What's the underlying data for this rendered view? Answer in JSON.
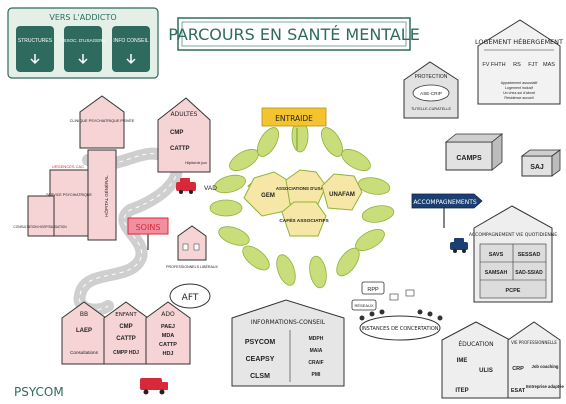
{
  "title": "PARCOURS EN SANTÉ MENTALE",
  "brand": "PSYCOM",
  "colors": {
    "teal": "#2e6b5e",
    "green_light": "#c9dd7a",
    "green_dark": "#8fb23a",
    "yellow": "#f4c430",
    "navy": "#1c3f73",
    "pink": "#f08fa0",
    "red": "#d9283a",
    "house_pink": "#f6d3d5",
    "grey": "#d9d9d9",
    "ink": "#2a2a2a"
  },
  "vers_addicto": {
    "title": "VERS L'ADDICTO",
    "boxes": [
      "STRUCTURES",
      "ASSOC. D'USAGERS",
      "INFO CONSEIL"
    ]
  },
  "center": {
    "top_label": "ENTRAIDE",
    "hexes": [
      "GEM",
      "ASSOCIATIONS D'USAGERS",
      "UNAFAM",
      "CAFÉS ASSOCIATIFS"
    ]
  },
  "accompagnements": "ACCOMPAGNEMENTS",
  "soins": "SOINS",
  "hospital": {
    "urgences": "URGENCES CAC",
    "clinic": "CLINIQUE PSYCHIATRIQUE PRIVÉE",
    "hopital": "HÔPITAL GÉNÉRAL",
    "psy": "SERVICE PSYCHIATRIQUE",
    "consult": "CONSULTATION HOSPITALISATION"
  },
  "adultes": {
    "title": "ADULTES",
    "items": [
      "CMP",
      "CATTP",
      "Hôpital de jour"
    ]
  },
  "vad": "VAD",
  "liberaux": "PROFESSIONNELS LIBÉRAUX",
  "aft": "AFT",
  "enfants": {
    "bb": {
      "title": "BB",
      "items": [
        "LAEP",
        "Consultations"
      ]
    },
    "enfant": {
      "title": "ENFANT",
      "items": [
        "CMP",
        "CATTP",
        "CMPP HDJ"
      ]
    },
    "ado": {
      "title": "ADO",
      "items": [
        "PAEJ",
        "MDA",
        "CATTP",
        "HDJ"
      ]
    }
  },
  "info_conseil": {
    "title": "INFORMATIONS-CONSEIL",
    "left": [
      "PSYCOM",
      "CEAPSY",
      "CLSM"
    ],
    "right": [
      "MDPH",
      "MAIA",
      "CRAIF",
      "PMI"
    ]
  },
  "instances": {
    "rpp": "RPP",
    "reseaux": "RÉSEAUX",
    "label": "INSTANCES DE CONCERTATION"
  },
  "protection": {
    "title": "PROTECTION",
    "inner": "ASE-CRIP",
    "sub": "TUTELLE-CURATELLE"
  },
  "logement": {
    "title": "LOGEMENT HÉBERGEMENT",
    "cols": [
      "FV FHTH",
      "RS",
      "FJT",
      "MAS"
    ],
    "notes": [
      "Appartement associatif",
      "Logement inclusif",
      "Un chez-soi d'abord",
      "Résidence accueil"
    ]
  },
  "camps": "CAMPS",
  "saj": "SAJ",
  "accompagnement_vie": {
    "title": "ACCOMPAGNEMENT VIE QUOTIDIENNE",
    "rows": [
      [
        "SAVS",
        "SESSAD"
      ],
      [
        "SAMSAH",
        "SAD-SSIAD"
      ],
      [
        "PCPE"
      ]
    ]
  },
  "education": {
    "title": "ÉDUCATION",
    "items": [
      "IME",
      "ULIS",
      "ITEP"
    ]
  },
  "vie_pro": {
    "title": "VIE PROFESSIONNELLE",
    "items": [
      "CRP",
      "Job coaching",
      "ESAT",
      "Entreprise adaptée"
    ]
  }
}
